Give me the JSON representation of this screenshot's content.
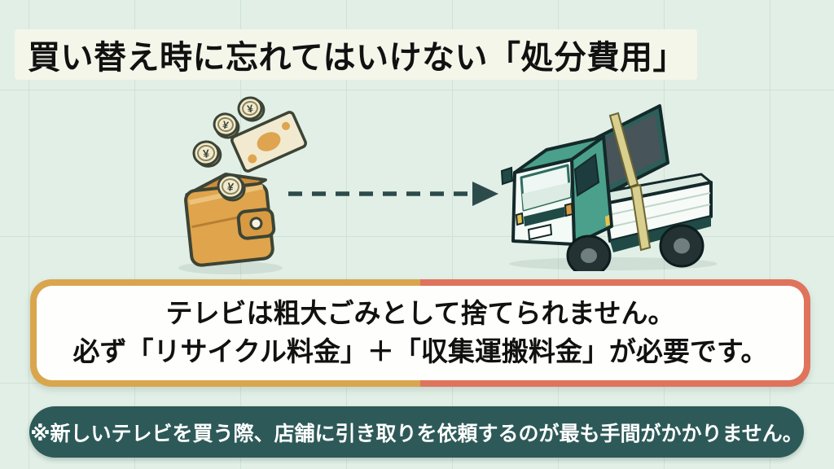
{
  "slide": {
    "title": "買い替え時に忘れてはいけない「処分費用」",
    "notice": {
      "line1": "テレビは粗大ごみとして捨てられません。",
      "line2": "必ず「リサイクル料金」＋「収集運搬料金」が必要です。"
    },
    "footnote": "※新しいテレビを買う際、店舗に引き取りを依頼するのが最も手間がかかりません。",
    "yen_symbol": "¥"
  },
  "colors": {
    "background": "#e1efe6",
    "grid_line": "#cfe2d6",
    "title_banner_bg": "#f4f6ea",
    "text_dark": "#111111",
    "notice_bg": "#fefefc",
    "notice_border_left": "#d9a64e",
    "notice_border_right": "#e0735c",
    "footnote_bg": "#2d5a58",
    "footnote_text": "#ffffff",
    "outline_dark": "#2e4b4c",
    "wallet_orange": "#dfa44c",
    "money_cream": "#f1ead0",
    "truck_teal": "#4aa08a",
    "truck_teal_dark": "#1f4a46",
    "strap_tan": "#d9cf8e"
  }
}
